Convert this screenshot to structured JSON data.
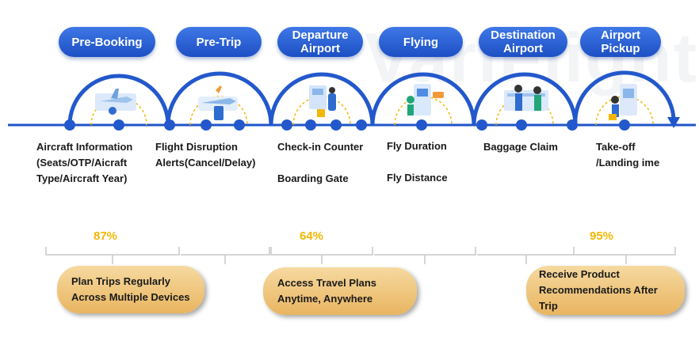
{
  "watermark": "VariFlight",
  "stages": [
    {
      "label": "Pre-Booking",
      "items": [
        "Aircraft Information",
        "(Seats/OTP/Aicraft",
        "Type/Aircraft Year)"
      ]
    },
    {
      "label": "Pre-Trip",
      "items": [
        "Flight Disruption",
        "Alerts(Cancel/Delay)"
      ]
    },
    {
      "label": "Departure Airport",
      "items": [
        "Check-in Counter",
        "",
        "Boarding Gate"
      ]
    },
    {
      "label": "Flying",
      "items": [
        "Fly Duration",
        "",
        "Fly Distance"
      ]
    },
    {
      "label": "Destination Airport",
      "items": [
        "Baggage Claim"
      ]
    },
    {
      "label": "Airport Pickup",
      "items": [
        "Take-off",
        "/Landing ime"
      ]
    }
  ],
  "percentages": [
    "87%",
    "64%",
    "95%"
  ],
  "benefits": [
    [
      "Plan Trips Regularly",
      "Across Multiple Devices"
    ],
    [
      "Access Travel Plans",
      "Anytime, Anywhere"
    ],
    [
      "Receive Product",
      "Recommendations After",
      "Trip"
    ]
  ],
  "colors": {
    "primary_blue": "#1f55c9",
    "accent_yellow": "#f2b705",
    "capsule_gold": "#e9b560"
  }
}
